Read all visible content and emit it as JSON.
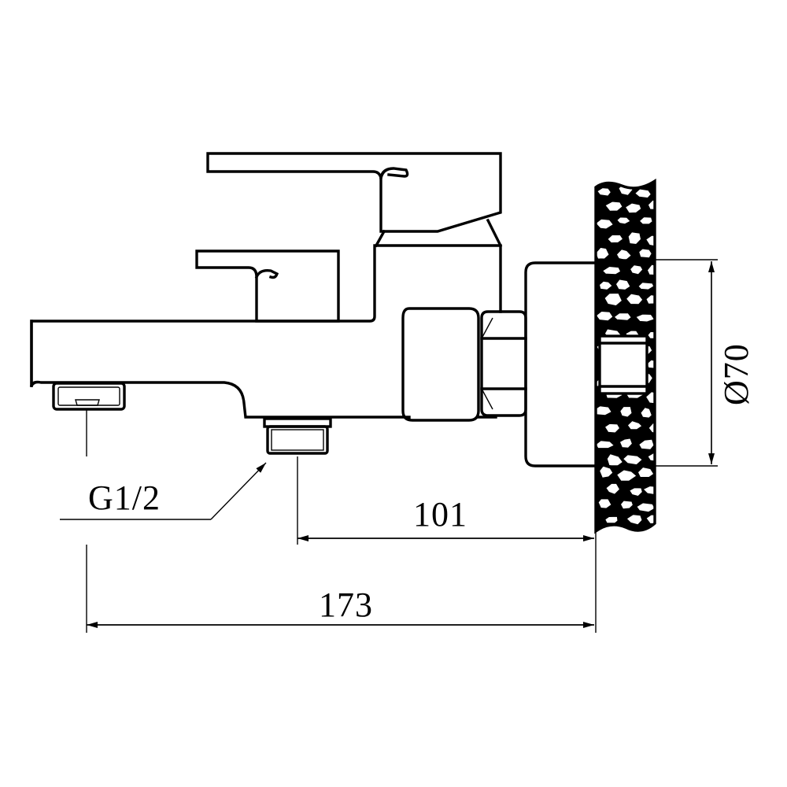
{
  "drawing": {
    "labels": {
      "thread": "G1/2",
      "dim_outlet": "101",
      "dim_total": "173",
      "dim_diameter": "Ø70"
    },
    "colors": {
      "line": "#000000",
      "background": "#ffffff"
    }
  }
}
